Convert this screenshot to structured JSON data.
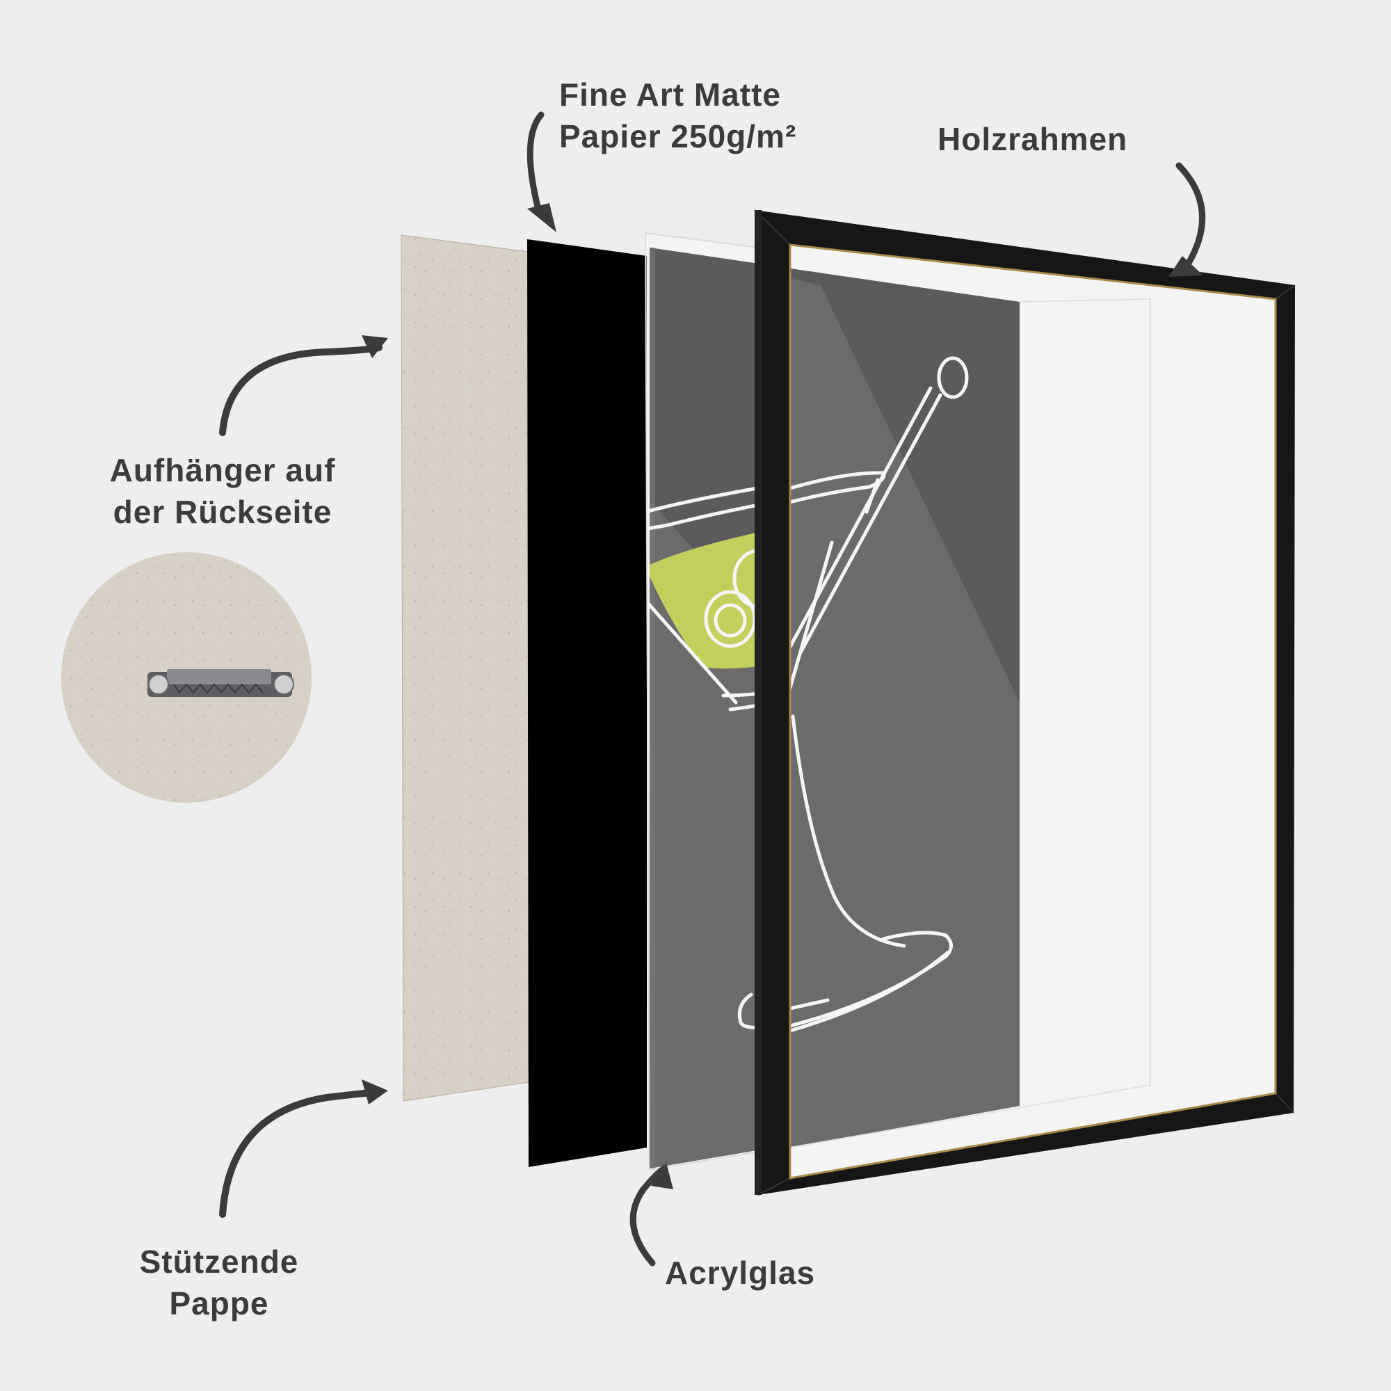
{
  "labels": {
    "paper": {
      "line1": "Fine Art Matte",
      "line2": "Papier 250g/m²"
    },
    "frame": {
      "text": "Holzrahmen"
    },
    "hanger": {
      "line1": "Aufhänger auf",
      "line2": "der Rückseite"
    },
    "cardboard": {
      "line1": "Stützende",
      "line2": "Pappe"
    },
    "acrylic": {
      "text": "Acrylglas"
    }
  },
  "colors": {
    "background": "#eeeeee",
    "label_text": "#3b3b3d",
    "arrow": "#3b3b3d",
    "cardboard": "#d6d0c6",
    "paper_black": "#000000",
    "print_gray": "#5b5b5b",
    "print_gray_light": "#6b6b6b",
    "martini_liquid": "#c2cf5c",
    "frame_black": "#161616",
    "frame_gold_edge": "#a88a4a",
    "mat_white": "#f4f4f4"
  },
  "icons": {
    "hanger_detail": "sawtooth-hanger-icon",
    "arrows": [
      "curved-arrow-icon"
    ]
  }
}
